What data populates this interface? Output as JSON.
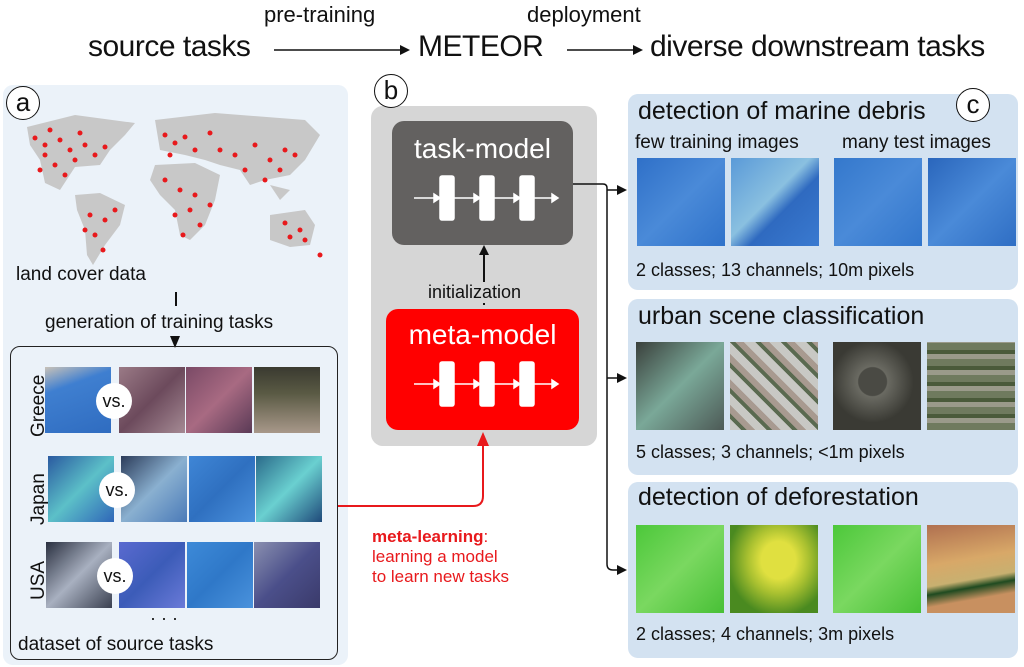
{
  "top_flow": {
    "source": "source tasks",
    "pretraining_label": "pre-training",
    "method": "METEOR",
    "deployment_label": "deployment",
    "target": "diverse downstream tasks"
  },
  "panel_a": {
    "tag": "a",
    "map_caption": "land cover data",
    "generation_label": "generation of training tasks",
    "dataset_caption": "dataset of source tasks",
    "ellipsis": "· · ·",
    "vs_label": "vs.",
    "rows": [
      {
        "country": "Greece",
        "colors": [
          "#3f7fd0",
          "#8e6c78",
          "#7a4a66",
          "#5a4a3a"
        ]
      },
      {
        "country": "Japan",
        "colors": [
          "#2f66b8",
          "#2c5c9a",
          "#3f86d6",
          "#3275b5"
        ]
      },
      {
        "country": "USA",
        "colors": [
          "#55627a",
          "#3c5cb8",
          "#3d8ad8",
          "#4b4f8a"
        ]
      }
    ],
    "map_color": "#c8c8c8",
    "dot_color": "#e8191c"
  },
  "panel_b": {
    "tag": "b",
    "task_model_label": "task-model",
    "meta_model_label": "meta-model",
    "init_label": "initialization",
    "meta_learning_bold": "meta-learning",
    "meta_learning_colon": ":",
    "meta_learning_line2": "learning a model",
    "meta_learning_line3": "to learn new tasks",
    "task_model_color": "#636160",
    "meta_model_color": "#ff0000"
  },
  "panel_c": {
    "tag": "c",
    "tasks": [
      {
        "title": "detection of marine debris",
        "sub_left": "few training images",
        "sub_right": "many test images",
        "footer": "2 classes; 13 channels; 10m pixels",
        "colors": [
          "#3b7fd4",
          "#4a8ad8",
          "#3b7fd4",
          "#3a7ad0"
        ]
      },
      {
        "title": "urban scene classification",
        "footer": "5 classes; 3 channels; <1m pixels",
        "colors": [
          "#4d5a56",
          "#8a8f88",
          "#5e5f58",
          "#6f7a5e"
        ]
      },
      {
        "title": "detection of deforestation",
        "footer": "2 classes; 4 channels; 3m pixels",
        "colors": [
          "#5fd04a",
          "#b8c83a",
          "#5fd04a",
          "#c99a5a"
        ]
      }
    ]
  }
}
